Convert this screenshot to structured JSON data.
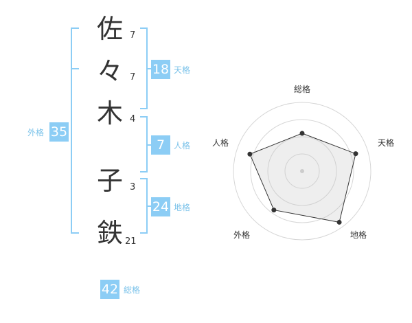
{
  "name": {
    "chars": [
      {
        "char": "佐",
        "strokes": "7"
      },
      {
        "char": "々",
        "strokes": "7"
      },
      {
        "char": "木",
        "strokes": "4"
      },
      {
        "char": "子",
        "strokes": "3"
      },
      {
        "char": "鉄",
        "strokes": "21"
      }
    ]
  },
  "grids": {
    "tenkaku": {
      "value": "18",
      "label": "天格"
    },
    "jinkaku": {
      "value": "7",
      "label": "人格"
    },
    "chikaku": {
      "value": "24",
      "label": "地格"
    },
    "gaikaku": {
      "value": "35",
      "label": "外格"
    },
    "soukaku": {
      "value": "42",
      "label": "総格"
    }
  },
  "colors": {
    "accent": "#8ccdf5",
    "bracket": "#8ccdf5",
    "text": "#333333"
  },
  "chart_data": {
    "type": "radar",
    "axes": [
      "総格",
      "天格",
      "地格",
      "外格",
      "人格"
    ],
    "values": [
      0.55,
      0.82,
      0.92,
      0.7,
      0.8
    ],
    "rings": 4,
    "rmax": 1
  }
}
